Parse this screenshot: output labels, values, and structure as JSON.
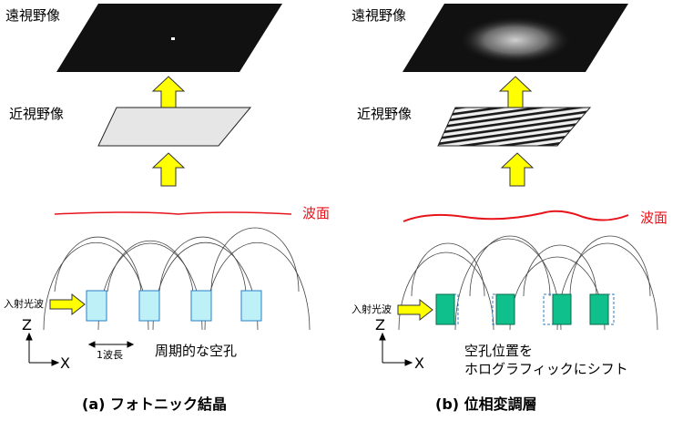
{
  "panel_a": {
    "far_label": "遠視野像",
    "near_label": "近視野像",
    "wavefront_label": "波面",
    "incident_label": "入射光波",
    "holes_label": "周期的な空孔",
    "wavelength_label": "1波長",
    "axis_z": "Z",
    "axis_x": "X",
    "caption": "(a) フォトニック結晶"
  },
  "panel_b": {
    "far_label": "遠視野像",
    "near_label": "近視野像",
    "wavefront_label": "波面",
    "incident_label": "入射光波",
    "holes_label_line1": "空孔位置を",
    "holes_label_line2": "ホログラフィックにシフト",
    "axis_z": "Z",
    "axis_x": "X",
    "caption": "(b) 位相変調層"
  },
  "colors": {
    "arrow_fill": "#ffff00",
    "wavefront": "#e8141c",
    "hole_a": "#bdf0f7",
    "hole_b": "#10c08c",
    "plane_dark": "#111111",
    "plane_light": "#e6e6e6"
  }
}
